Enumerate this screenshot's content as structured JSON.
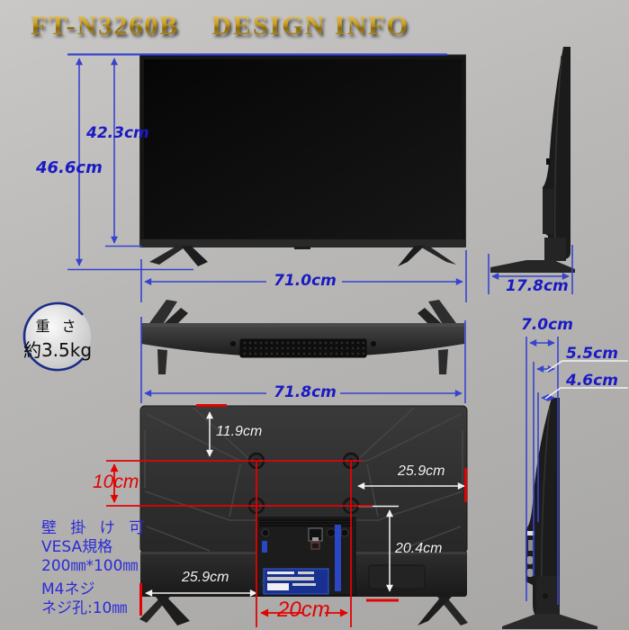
{
  "title": {
    "model": "FT-N3260B",
    "label": "DESIGN INFO"
  },
  "colors": {
    "dimension_blue": "#3743d0",
    "text_blue": "#1a1ac4",
    "marking_red": "#e20202",
    "marking_white": "#f2f2f2",
    "title_gold": "#cf9f1e",
    "note_blue": "#2b2bd8"
  },
  "front_view": {
    "panel_height": "42.3cm",
    "total_height": "46.6cm",
    "stand_width": "71.0cm"
  },
  "side_view": {
    "stand_depth": "17.8cm"
  },
  "weight": {
    "label": "重 さ",
    "value": "約3.5kg"
  },
  "bottom_view": {
    "total_width": "71.8cm"
  },
  "thickness": {
    "with_stand": "7.0cm",
    "body": "5.5cm",
    "panel": "4.6cm"
  },
  "back_view": {
    "top_to_vesa": "11.9cm",
    "vesa_vertical": "10cm",
    "vesa_horizontal": "20cm",
    "vesa_to_right": "25.9cm",
    "vesa_to_bottom": "20.4cm",
    "left_to_vesa": "25.9cm"
  },
  "wall_mount": {
    "line1": "壁 掛 け 可",
    "line2": "VESA規格",
    "line3": "200㎜*100㎜"
  },
  "screw": {
    "line1": "M4ネジ",
    "line2": "ネジ孔:10㎜"
  }
}
